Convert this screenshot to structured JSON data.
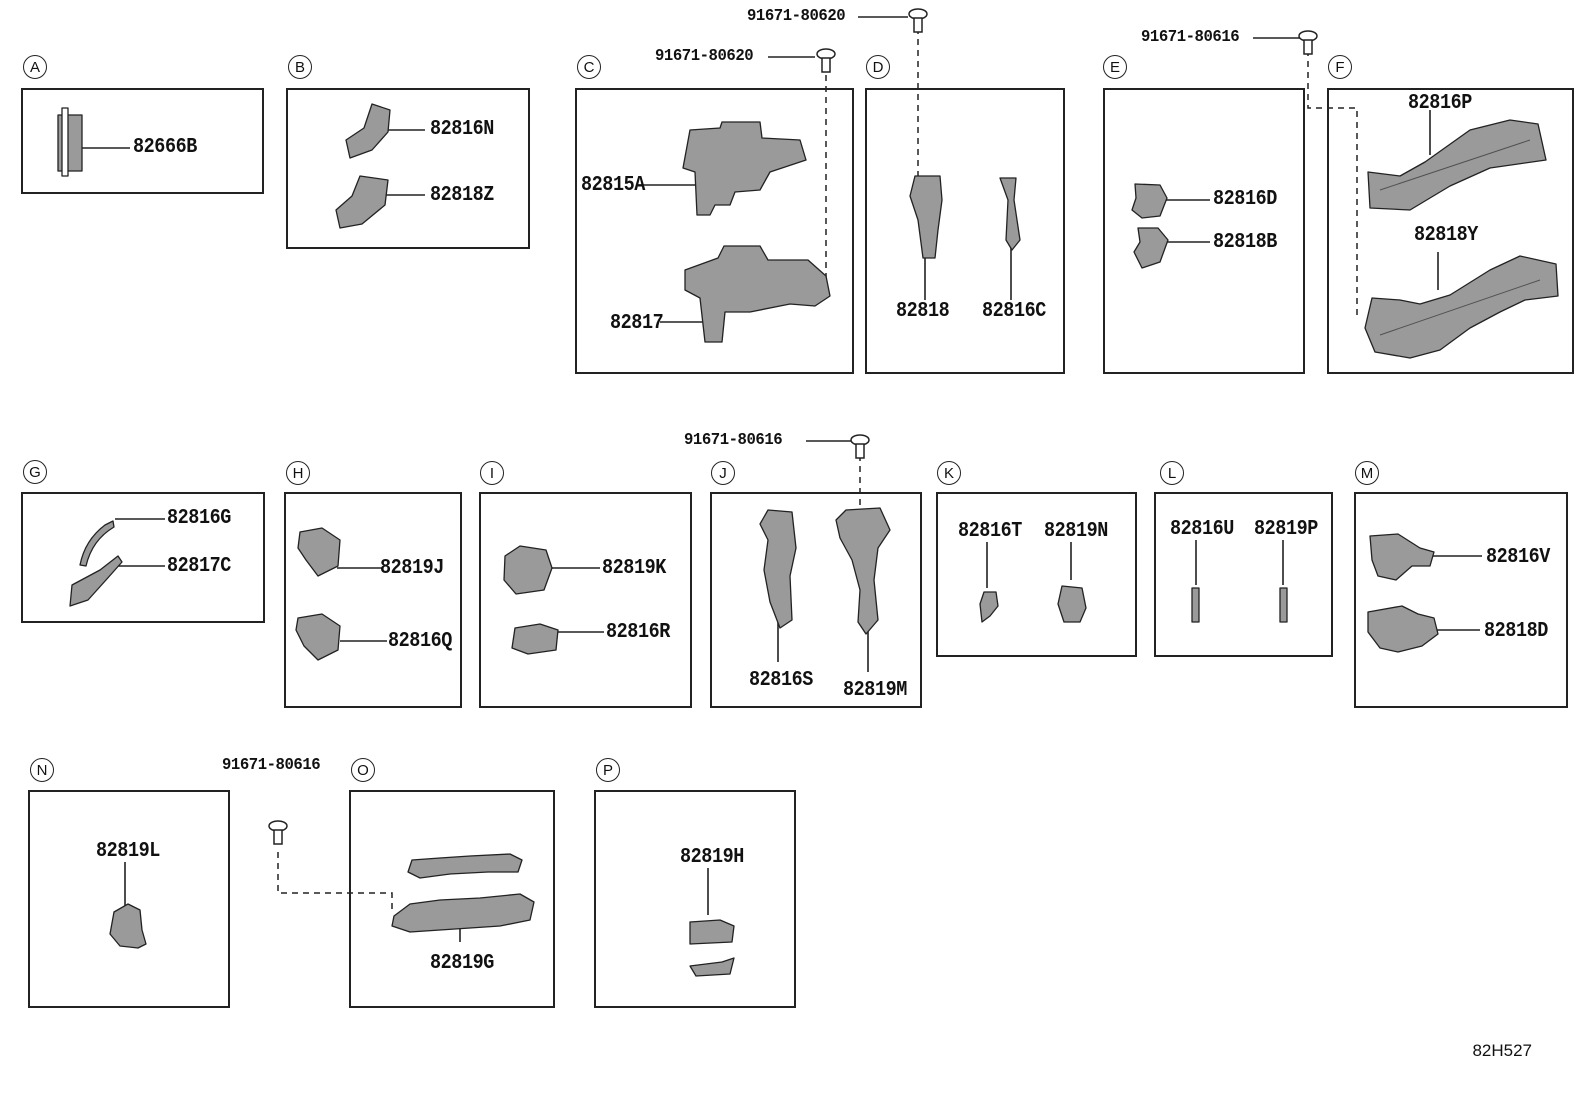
{
  "panels": {
    "A": {
      "letter": "A",
      "parts": [
        "82666B"
      ]
    },
    "B": {
      "letter": "B",
      "parts": [
        "82816N",
        "82818Z"
      ]
    },
    "C": {
      "letter": "C",
      "parts": [
        "82815A",
        "82817"
      ]
    },
    "D": {
      "letter": "D",
      "parts": [
        "82818",
        "82816C"
      ]
    },
    "E": {
      "letter": "E",
      "parts": [
        "82816D",
        "82818B"
      ]
    },
    "F": {
      "letter": "F",
      "parts": [
        "82816P",
        "82818Y"
      ]
    },
    "G": {
      "letter": "G",
      "parts": [
        "82816G",
        "82817C"
      ]
    },
    "H": {
      "letter": "H",
      "parts": [
        "82819J",
        "82816Q"
      ]
    },
    "I": {
      "letter": "I",
      "parts": [
        "82819K",
        "82816R"
      ]
    },
    "J": {
      "letter": "J",
      "parts": [
        "82816S",
        "82819M"
      ]
    },
    "K": {
      "letter": "K",
      "parts": [
        "82816T",
        "82819N"
      ]
    },
    "L": {
      "letter": "L",
      "parts": [
        "82816U",
        "82819P"
      ]
    },
    "M": {
      "letter": "M",
      "parts": [
        "82816V",
        "82818D"
      ]
    },
    "N": {
      "letter": "N",
      "parts": [
        "82819L"
      ]
    },
    "O": {
      "letter": "O",
      "parts": [
        "82819G"
      ]
    },
    "P": {
      "letter": "P",
      "parts": [
        "82819H"
      ]
    }
  },
  "bolts": {
    "c": "91671-80620",
    "d": "91671-80620",
    "f": "91671-80616",
    "j": "91671-80616",
    "o": "91671-80616"
  },
  "diagram_code": "82H527",
  "colors": {
    "line": "#222222",
    "part_fill": "#9a9a9a"
  }
}
